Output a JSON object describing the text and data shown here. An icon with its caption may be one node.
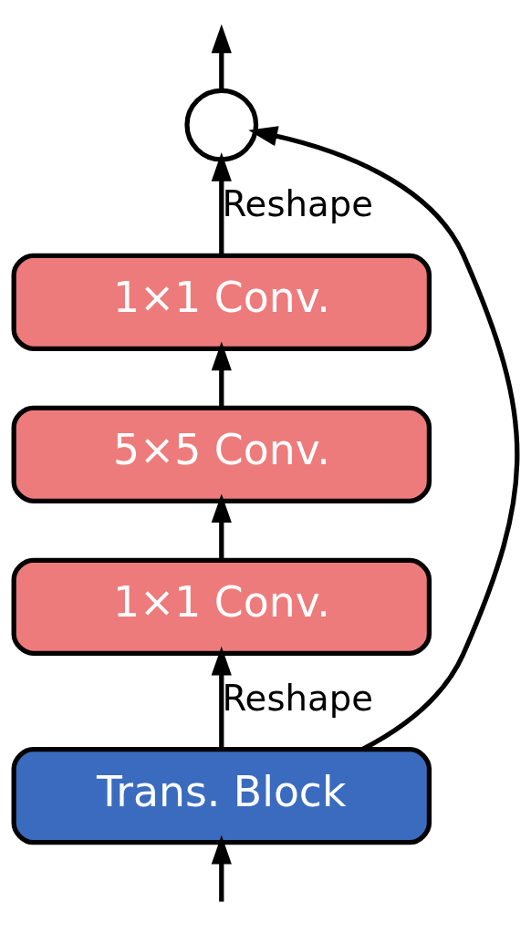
{
  "diagram": {
    "nodes": [
      {
        "text": [
          "Trans. Block"
        ]
      },
      {
        "text": [
          "1×1 Conv."
        ]
      },
      {
        "text": [
          "5×5 Conv."
        ]
      },
      {
        "text": [
          "1×1 Conv."
        ]
      },
      {
        "text": [],
        "shape": "circle"
      }
    ],
    "edges": [
      {
        "from": null,
        "to": 0,
        "arrow": "to"
      },
      {
        "from": 0,
        "to": 1,
        "arrow": "to",
        "label": "Reshape"
      },
      {
        "from": 1,
        "to": 2,
        "arrow": "to"
      },
      {
        "from": 2,
        "to": 3,
        "arrow": "to"
      },
      {
        "from": 3,
        "to": 4,
        "arrow": "to",
        "label": "Reshape"
      },
      {
        "from": 4,
        "to": null,
        "arrow": "to"
      },
      {
        "from": 0,
        "to": 4,
        "arrow": "to"
      }
    ]
  }
}
